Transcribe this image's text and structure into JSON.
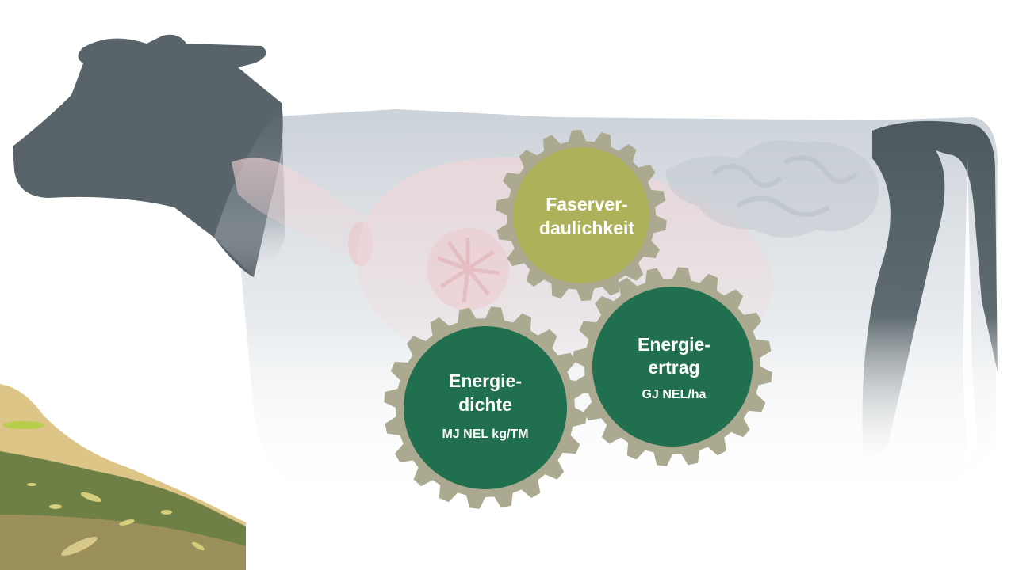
{
  "gears": {
    "fiber": {
      "line1": "Faserver-",
      "line2": "daulichkeit",
      "unit": ""
    },
    "density": {
      "line1": "Energie-",
      "line2": "dichte",
      "unit": "MJ NEL kg/TM"
    },
    "yield": {
      "line1": "Energie-",
      "line2": "ertrag",
      "unit": "GJ NEL/ha"
    }
  },
  "colors": {
    "gear_ring": "#aba98f",
    "fiber_fill": "#adb25a",
    "energy_fill": "#20704f",
    "cow_dark": "#58636a"
  },
  "icons": [
    "cow-illustration",
    "digestive-organs",
    "feed-pile",
    "gear-icon"
  ]
}
